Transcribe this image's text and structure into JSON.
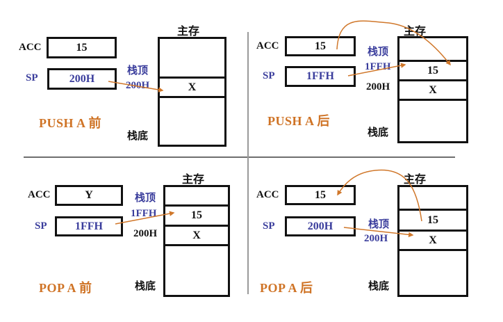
{
  "colors": {
    "caption": "#cf7325",
    "arrow": "#d0772a",
    "blue_label": "#3a3d9c",
    "black": "#111111"
  },
  "common": {
    "acc_label": "ACC",
    "sp_label": "SP",
    "memory_title": "主存",
    "stack_top": "栈顶",
    "stack_bottom": "栈底"
  },
  "panels": [
    {
      "id": "push-before",
      "caption": "PUSH  A 前",
      "acc_value": "15",
      "sp_value": "200H",
      "memory_cells": [
        "",
        "X",
        ""
      ],
      "addr_labels": [
        {
          "text": "200H",
          "color": "blue"
        }
      ],
      "stack_top_row": "X"
    },
    {
      "id": "push-after",
      "caption": "PUSH  A 后",
      "acc_value": "15",
      "sp_value": "1FFH",
      "memory_cells": [
        "",
        "15",
        "X",
        ""
      ],
      "addr_labels": [
        {
          "text": "1FFH",
          "color": "blue"
        },
        {
          "text": "200H",
          "color": "black"
        }
      ],
      "stack_top_row": "15"
    },
    {
      "id": "pop-before",
      "caption": "POP  A 前",
      "acc_value": "Y",
      "sp_value": "1FFH",
      "memory_cells": [
        "",
        "15",
        "X",
        ""
      ],
      "addr_labels": [
        {
          "text": "1FFH",
          "color": "blue"
        },
        {
          "text": "200H",
          "color": "black"
        }
      ],
      "stack_top_row": "15"
    },
    {
      "id": "pop-after",
      "caption": "POP  A 后",
      "acc_value": "15",
      "sp_value": "200H",
      "memory_cells": [
        "",
        "15",
        "X",
        ""
      ],
      "addr_labels": [
        {
          "text": "200H",
          "color": "blue"
        }
      ],
      "stack_top_row": "X"
    }
  ]
}
